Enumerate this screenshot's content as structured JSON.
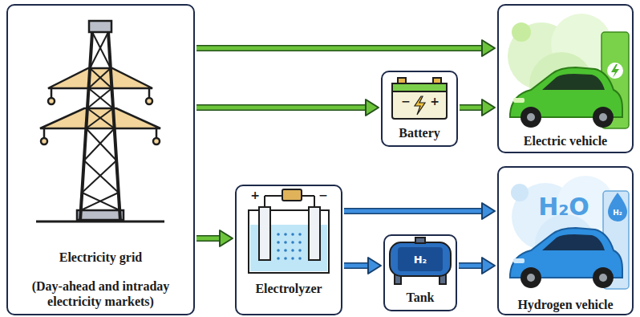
{
  "diagram": {
    "nodes": [
      {
        "text": [
          "Electricity grid",
          "(Day-ahead and intraday electricity markets)"
        ]
      },
      {
        "text": [
          "Battery"
        ]
      },
      {
        "text": [
          "Electric vehicle"
        ]
      },
      {
        "text": [
          "Electrolyzer"
        ]
      },
      {
        "text": [
          "Tank"
        ]
      },
      {
        "text": [
          "Hydrogen vehicle"
        ]
      }
    ],
    "edges": [
      {
        "from": 0,
        "to": 2,
        "arrow": "to"
      },
      {
        "from": 0,
        "to": 1,
        "arrow": "to"
      },
      {
        "from": 1,
        "to": 2,
        "arrow": "to"
      },
      {
        "from": 0,
        "to": 3,
        "arrow": "to"
      },
      {
        "from": 3,
        "to": 5,
        "arrow": "to"
      },
      {
        "from": 3,
        "to": 4,
        "arrow": "to"
      },
      {
        "from": 4,
        "to": 5,
        "arrow": "to"
      }
    ],
    "labels": [
      "−",
      "+",
      "+",
      "−",
      "H₂",
      "H₂O",
      "H₂"
    ]
  }
}
